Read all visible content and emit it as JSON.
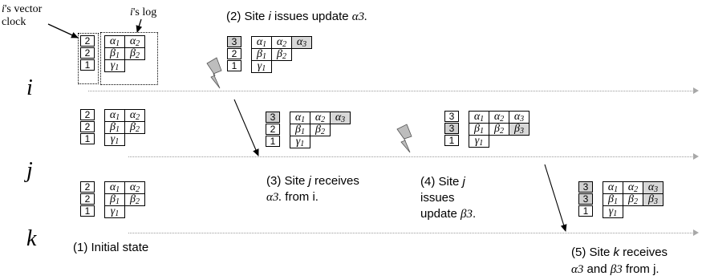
{
  "annotations": {
    "vector_clock_prefix": "i",
    "vector_clock_rest": "'s vector",
    "vector_clock_line2": "clock",
    "log_prefix": "i",
    "log_rest": "'s log"
  },
  "lanes": [
    {
      "label": "i"
    },
    {
      "label": "j"
    },
    {
      "label": "k"
    }
  ],
  "captions": {
    "step1": "(1) Initial state",
    "step2_pre": "(2) Site ",
    "step2_site": "i",
    "step2_mid": " issues update ",
    "step2_sym": "α3.",
    "step3_line1_pre": "(3) Site ",
    "step3_line1_site": "j",
    "step3_line1_post": " receives",
    "step3_line2_sym": "α3.",
    "step3_line2_post": " from i.",
    "step4_line1_pre": "(4) Site ",
    "step4_line1_site": "j",
    "step4_line2": "issues",
    "step4_line3_pre": "update ",
    "step4_line3_sym": "β3",
    "step4_line3_post": ".",
    "step5_line1_pre": "(5) Site ",
    "step5_line1_site": "k",
    "step5_line1_post": " receives",
    "step5_line2_sym1": "α3",
    "step5_line2_mid": " and ",
    "step5_line2_sym2": "β3",
    "step5_line2_post": " from j."
  },
  "states": [
    {
      "id": "i-initial",
      "clock": [
        "2",
        "2",
        "1"
      ],
      "clock_shaded": [
        false,
        false,
        false
      ],
      "log": [
        [
          "α1",
          "α2"
        ],
        [
          "β1",
          "β2"
        ],
        [
          "γ1"
        ]
      ],
      "log_shaded": [
        [
          false,
          false
        ],
        [
          false,
          false
        ],
        [
          false
        ]
      ]
    },
    {
      "id": "i-after-2",
      "clock": [
        "3",
        "2",
        "1"
      ],
      "clock_shaded": [
        true,
        false,
        false
      ],
      "log": [
        [
          "α1",
          "α2",
          "α3"
        ],
        [
          "β1",
          "β2"
        ],
        [
          "γ1"
        ]
      ],
      "log_shaded": [
        [
          false,
          false,
          true
        ],
        [
          false,
          false
        ],
        [
          false
        ]
      ]
    },
    {
      "id": "j-initial",
      "clock": [
        "2",
        "2",
        "1"
      ],
      "clock_shaded": [
        false,
        false,
        false
      ],
      "log": [
        [
          "α1",
          "α2"
        ],
        [
          "β1",
          "β2"
        ],
        [
          "γ1"
        ]
      ],
      "log_shaded": [
        [
          false,
          false
        ],
        [
          false,
          false
        ],
        [
          false
        ]
      ]
    },
    {
      "id": "j-after-3",
      "clock": [
        "3",
        "2",
        "1"
      ],
      "clock_shaded": [
        true,
        false,
        false
      ],
      "log": [
        [
          "α1",
          "α2",
          "α3"
        ],
        [
          "β1",
          "β2"
        ],
        [
          "γ1"
        ]
      ],
      "log_shaded": [
        [
          false,
          false,
          true
        ],
        [
          false,
          false
        ],
        [
          false
        ]
      ]
    },
    {
      "id": "j-after-4",
      "clock": [
        "3",
        "3",
        "1"
      ],
      "clock_shaded": [
        false,
        true,
        false
      ],
      "log": [
        [
          "α1",
          "α2",
          "α3"
        ],
        [
          "β1",
          "β2",
          "β3"
        ],
        [
          "γ1"
        ]
      ],
      "log_shaded": [
        [
          false,
          false,
          false
        ],
        [
          false,
          false,
          true
        ],
        [
          false
        ]
      ]
    },
    {
      "id": "k-initial",
      "clock": [
        "2",
        "2",
        "1"
      ],
      "clock_shaded": [
        false,
        false,
        false
      ],
      "log": [
        [
          "α1",
          "α2"
        ],
        [
          "β1",
          "β2"
        ],
        [
          "γ1"
        ]
      ],
      "log_shaded": [
        [
          false,
          false
        ],
        [
          false,
          false
        ],
        [
          false
        ]
      ]
    },
    {
      "id": "k-after-5",
      "clock": [
        "3",
        "3",
        "1"
      ],
      "clock_shaded": [
        true,
        true,
        false
      ],
      "log": [
        [
          "α1",
          "α2",
          "α3"
        ],
        [
          "β1",
          "β2",
          "β3"
        ],
        [
          "γ1"
        ]
      ],
      "log_shaded": [
        [
          false,
          false,
          true
        ],
        [
          false,
          false,
          true
        ],
        [
          false
        ]
      ]
    }
  ]
}
